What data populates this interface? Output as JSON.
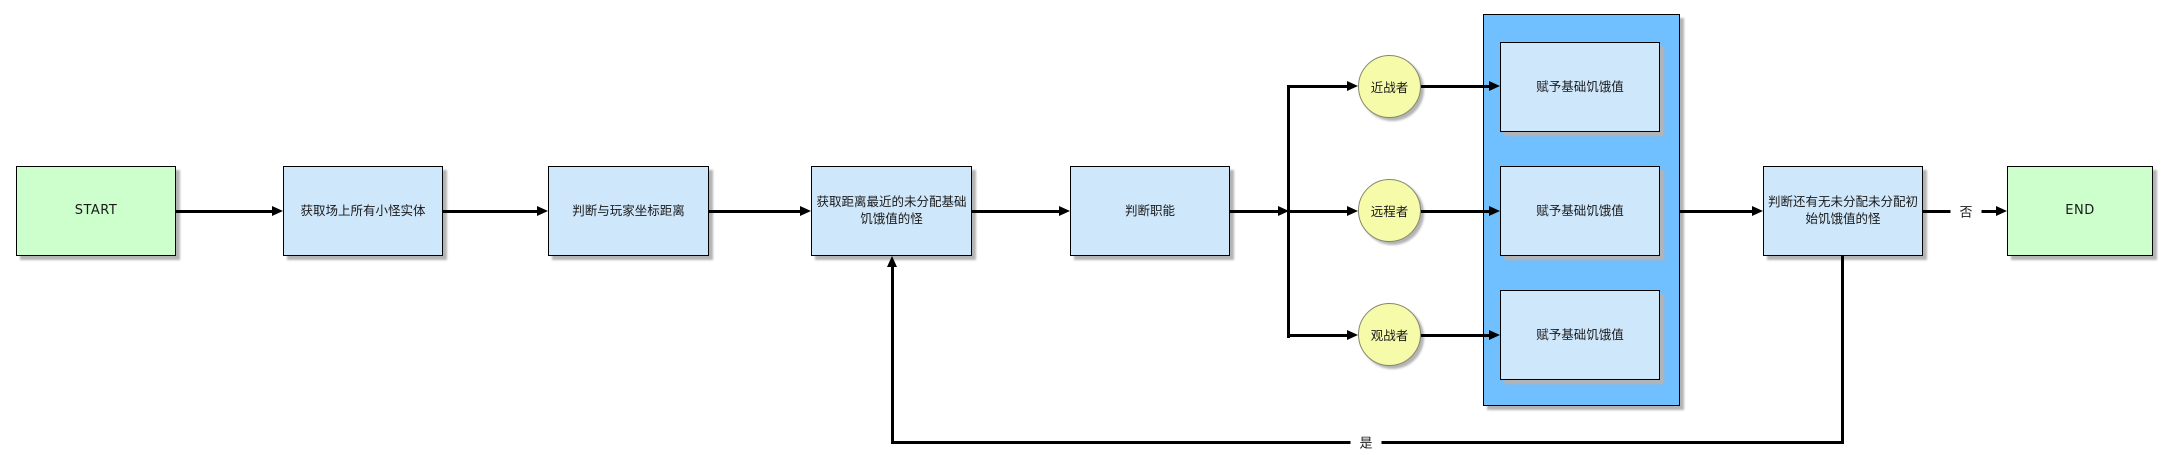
{
  "diagram": {
    "type": "flowchart",
    "colors": {
      "terminal_fill": "#ccffcc",
      "process_fill": "#cfe7fb",
      "container_fill": "#70bfff",
      "branch_circle_fill": "#f6fbaa",
      "line": "#000000",
      "background": "#ffffff"
    },
    "nodes": {
      "start": {
        "label": "START",
        "type": "terminal"
      },
      "get_all_monsters": {
        "label": "获取场上所有小怪实体",
        "type": "process"
      },
      "judge_player_distance": {
        "label": "判断与玩家坐标距离",
        "type": "process"
      },
      "get_nearest_unassigned": {
        "label": "获取距离最近的未分配基础饥饿值的怪",
        "type": "process"
      },
      "judge_role": {
        "label": "判断职能",
        "type": "process"
      },
      "melee": {
        "label": "近战者",
        "type": "branch-circle"
      },
      "ranged": {
        "label": "远程者",
        "type": "branch-circle"
      },
      "spectator": {
        "label": "观战者",
        "type": "branch-circle"
      },
      "assign_hunger_melee": {
        "label": "赋予基础饥饿值",
        "type": "process"
      },
      "assign_hunger_ranged": {
        "label": "赋予基础饥饿值",
        "type": "process"
      },
      "assign_hunger_spectator": {
        "label": "赋予基础饥饿值",
        "type": "process"
      },
      "judge_remaining": {
        "label": "判断还有无未分配未分配初始饥饿值的怪",
        "type": "process"
      },
      "end": {
        "label": "END",
        "type": "terminal"
      }
    },
    "edge_labels": {
      "no": "否",
      "yes": "是"
    }
  }
}
